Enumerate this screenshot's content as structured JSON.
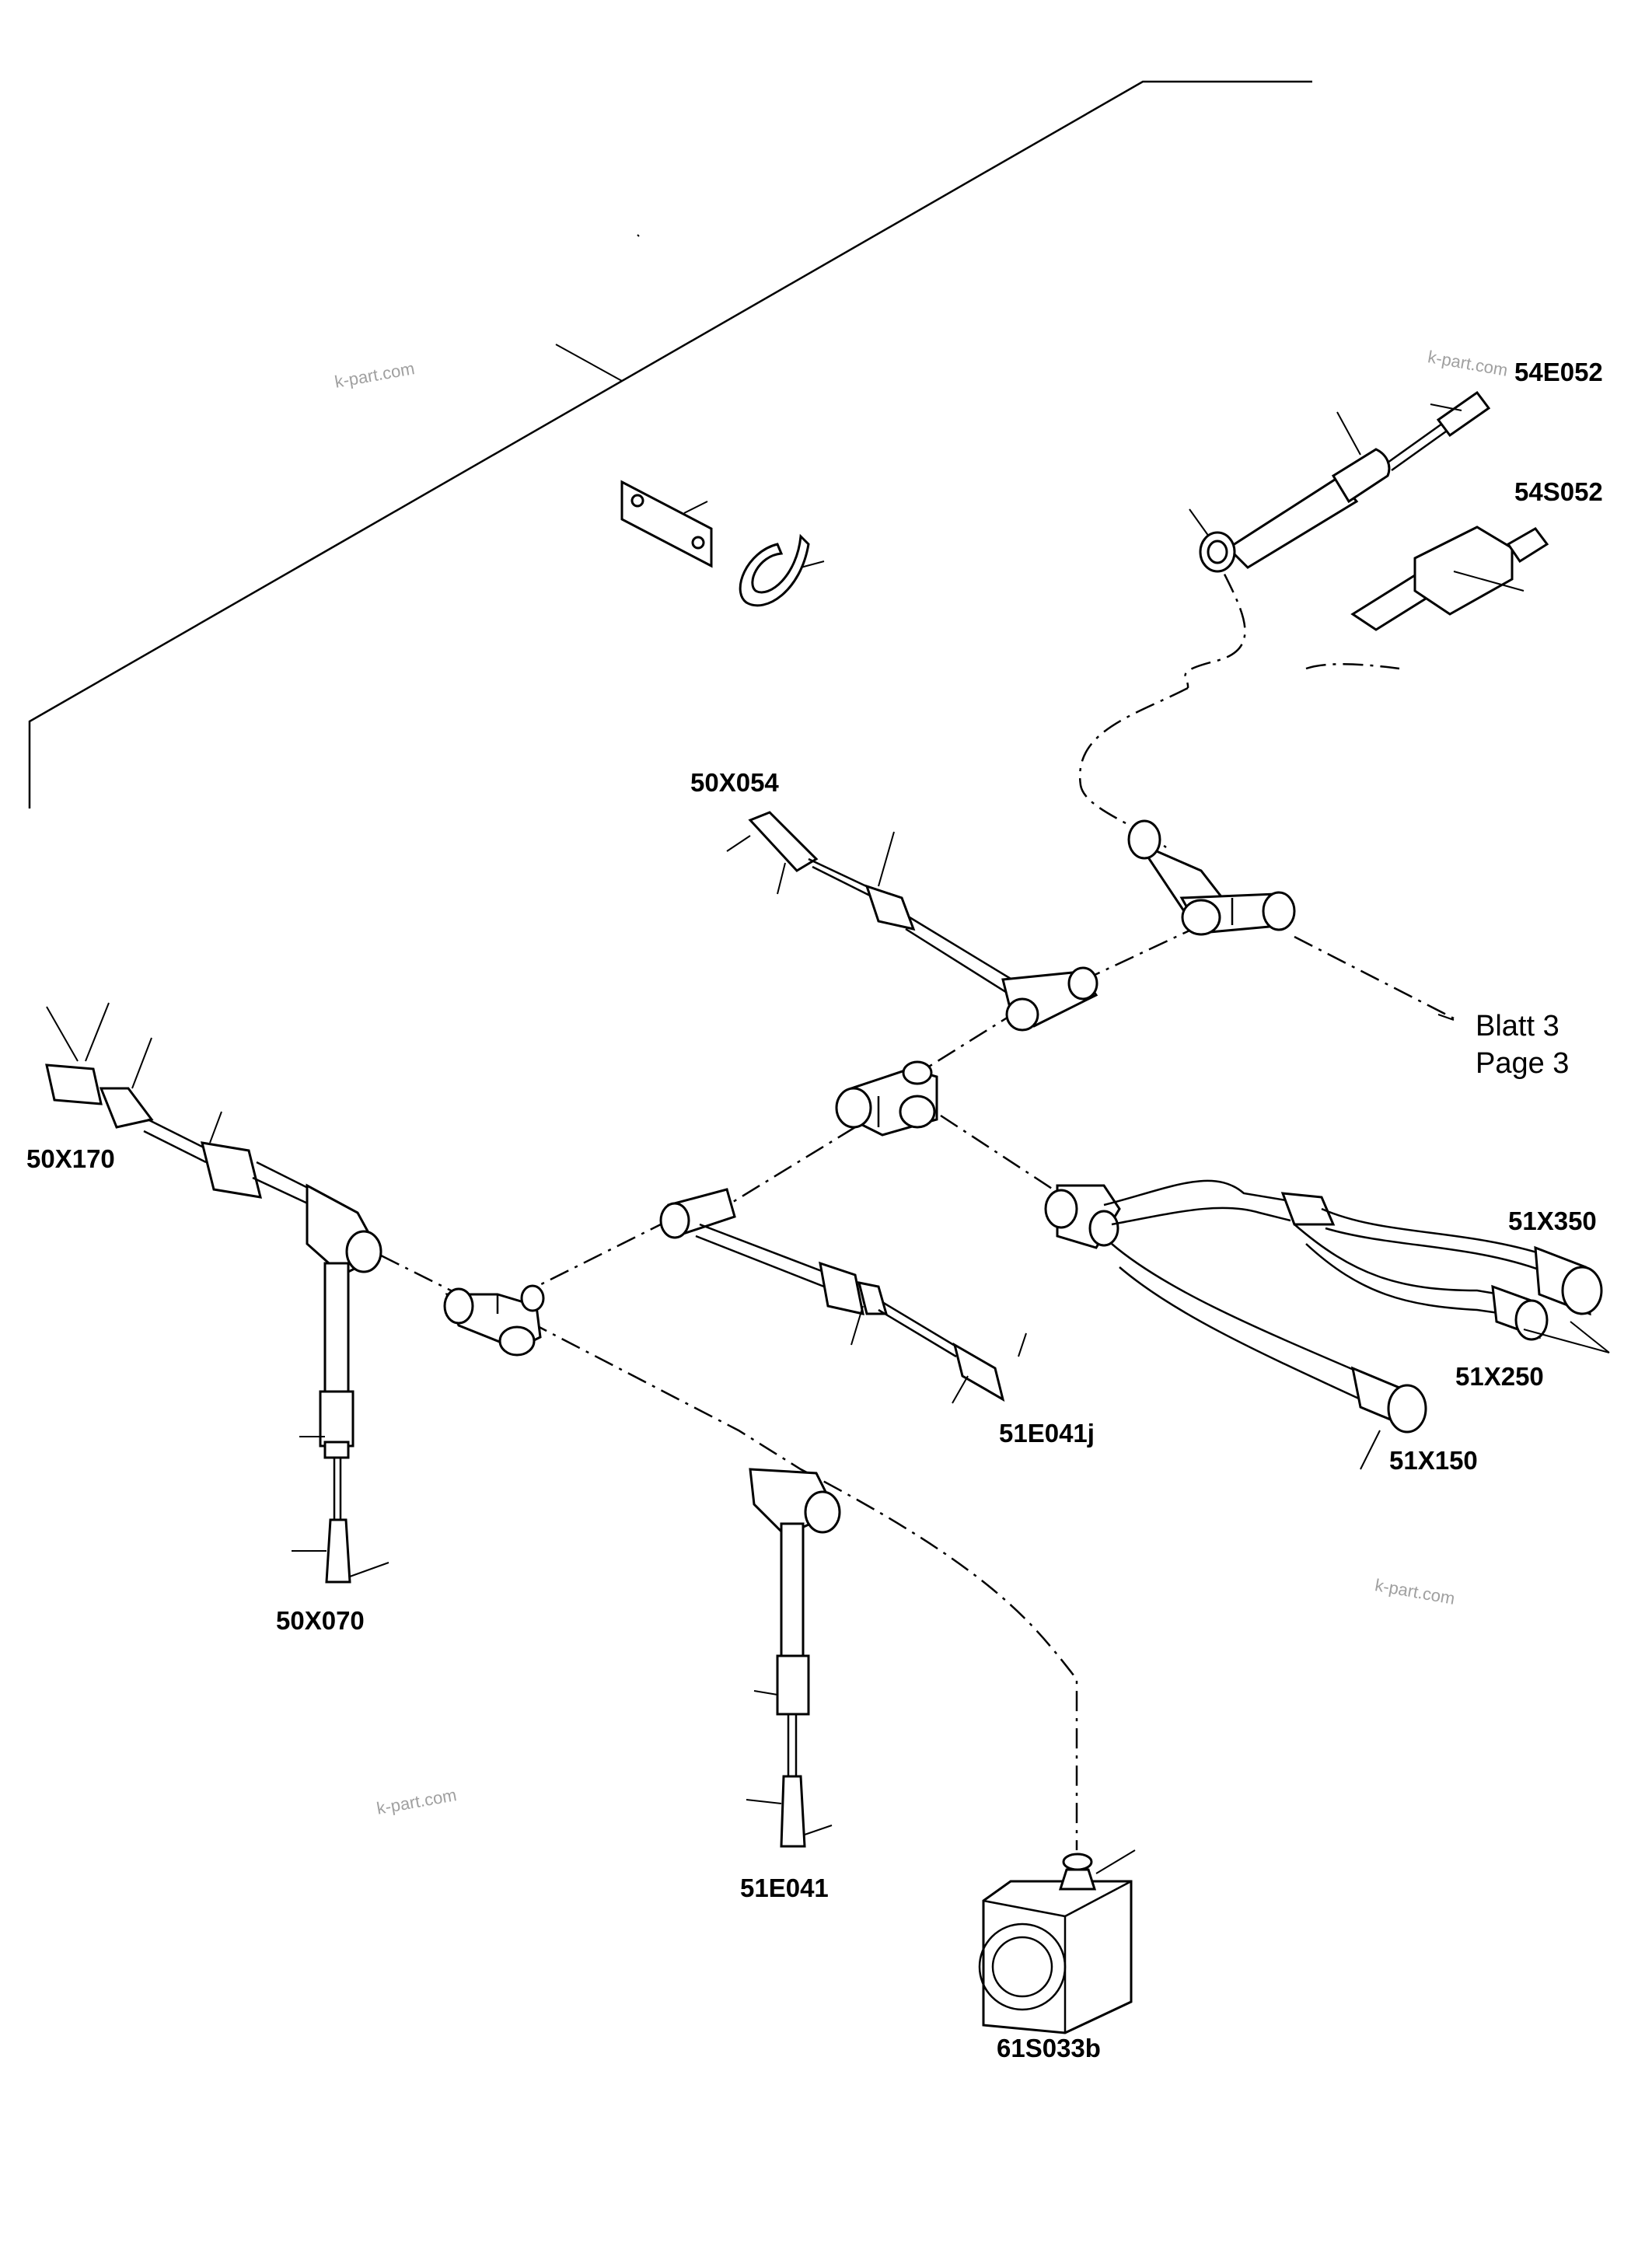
{
  "diagram": {
    "part_labels": {
      "p54E052": "54E052",
      "p54S052": "54S052",
      "p50X054": "50X054",
      "p50X170": "50X170",
      "p51X350": "51X350",
      "p51X250": "51X250",
      "p51E041j": "51E041j",
      "p51X150": "51X150",
      "p50X070": "50X070",
      "p51E041": "51E041",
      "p61S033b": "61S033b"
    },
    "page_reference": {
      "line1": "Blatt 3",
      "line2": "Page 3"
    },
    "watermark": "k-part.com"
  }
}
